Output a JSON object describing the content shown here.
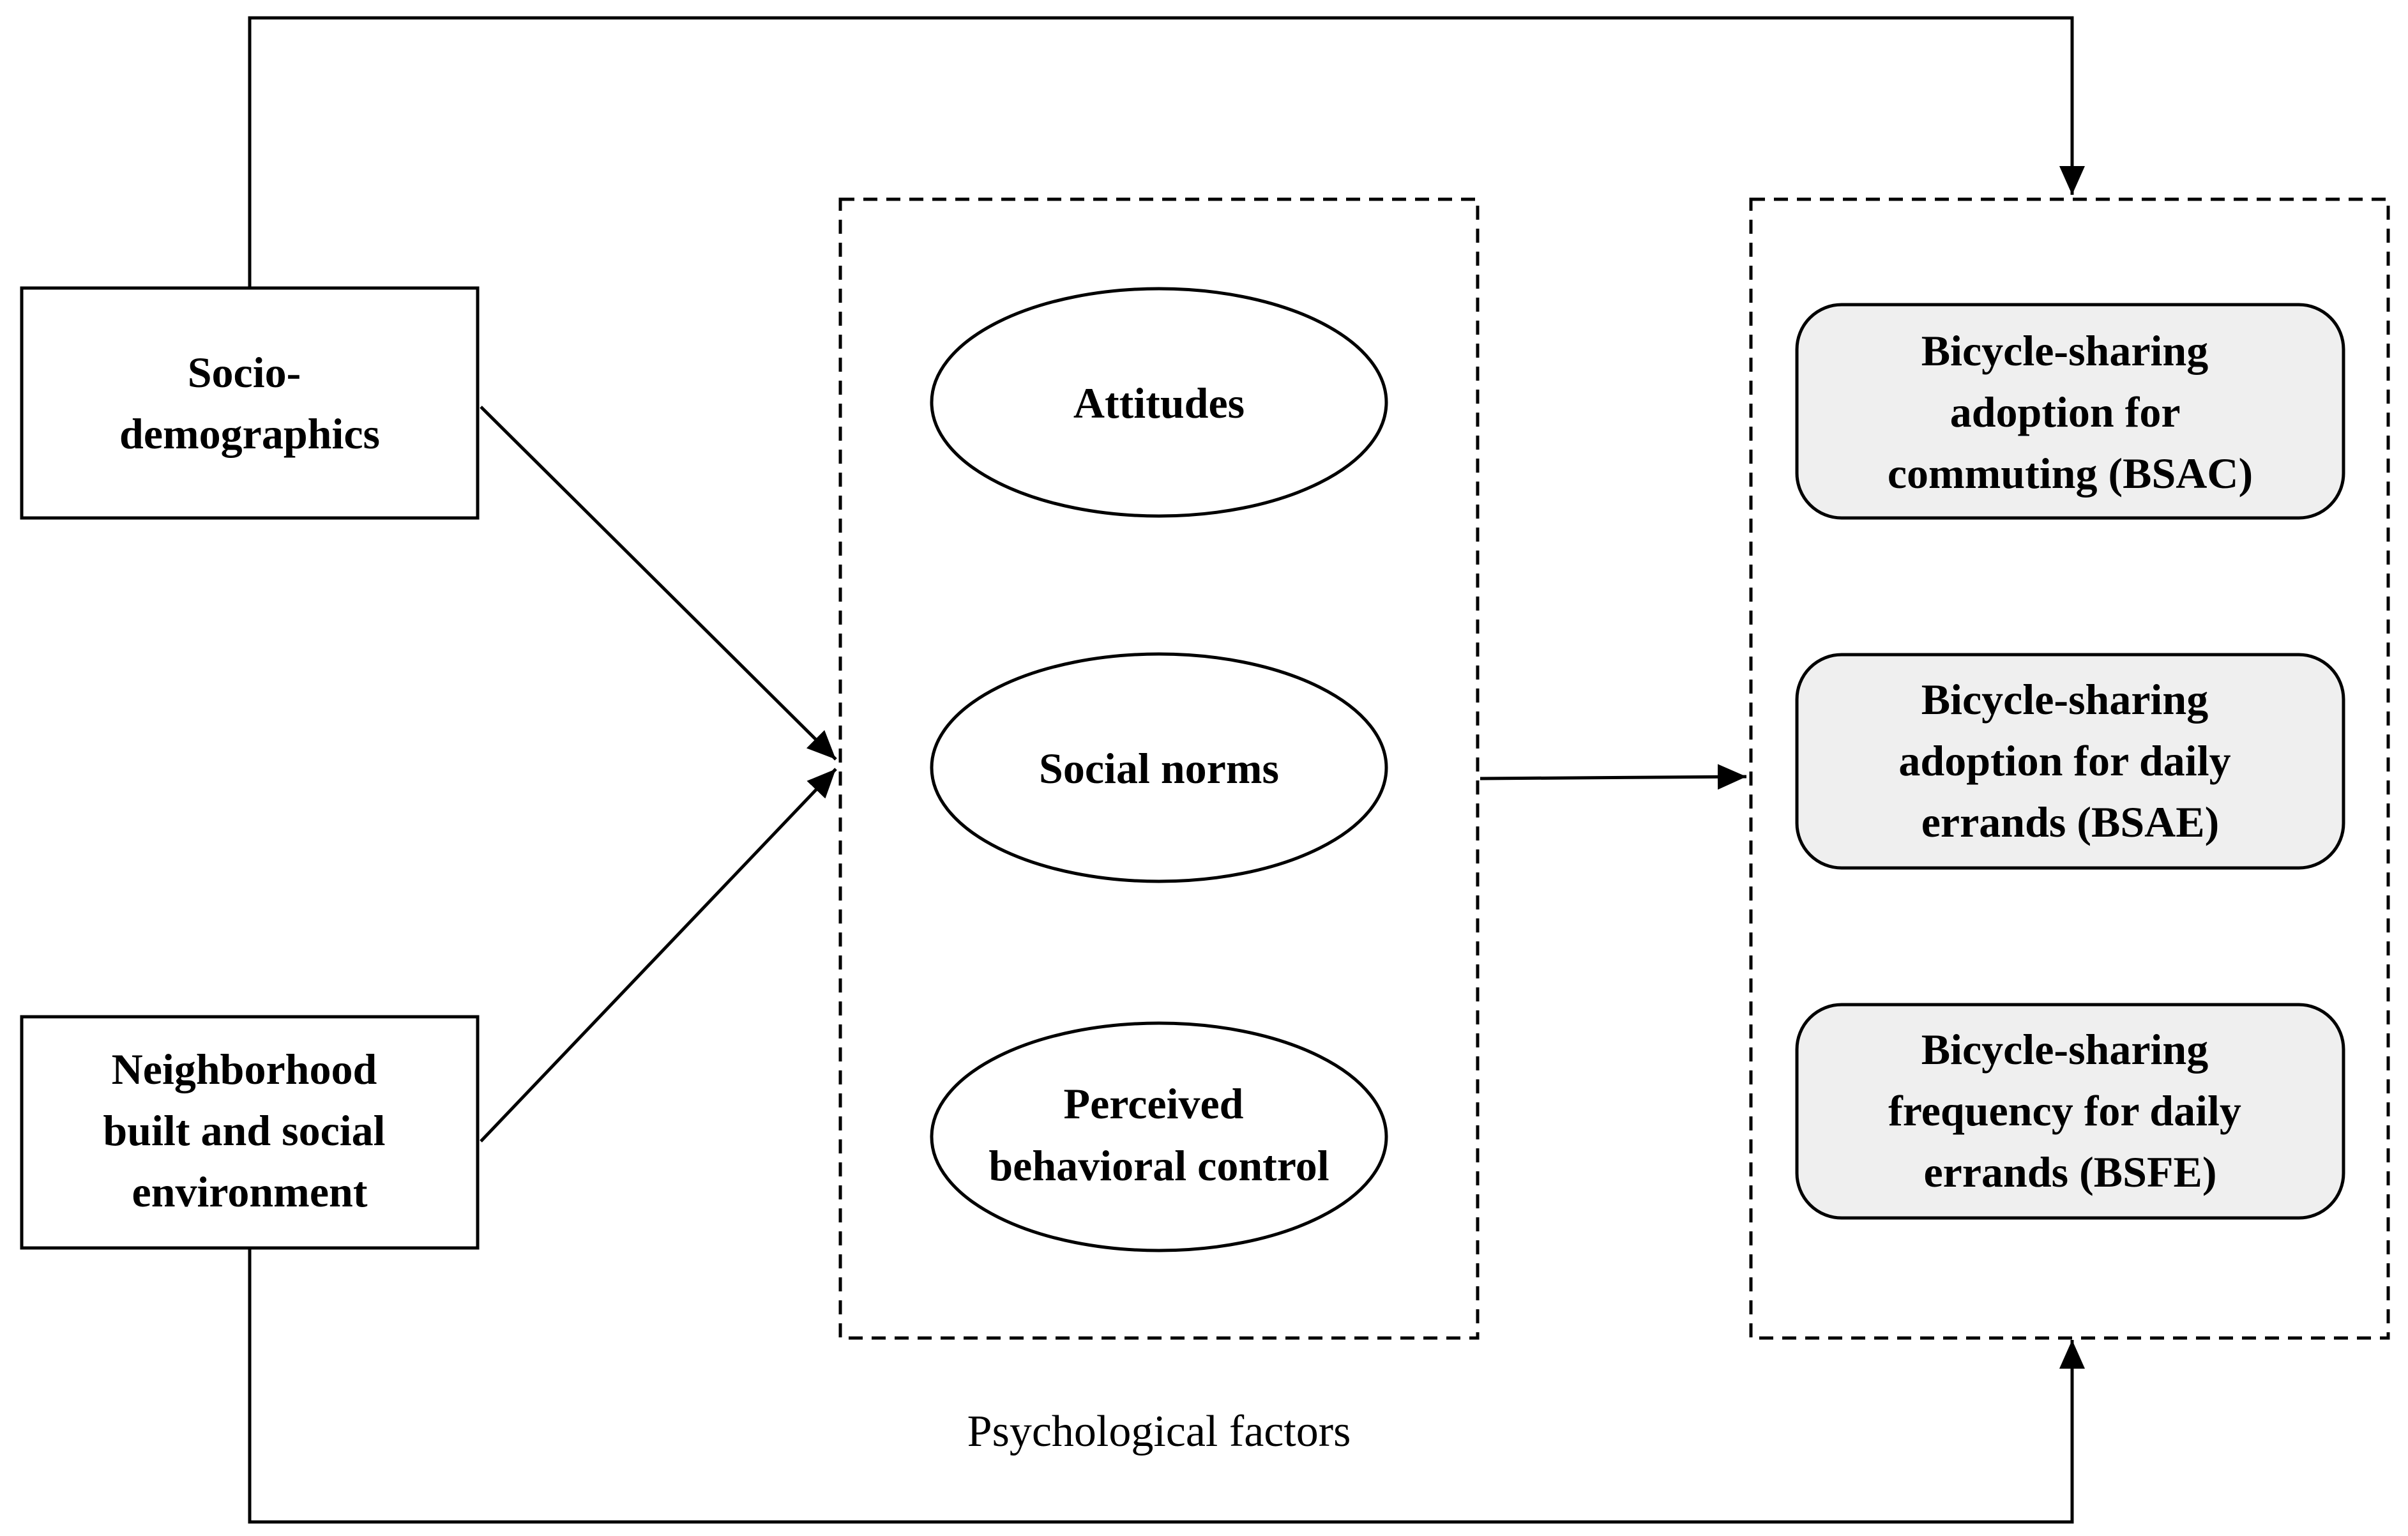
{
  "diagram": {
    "inputs": {
      "socio": {
        "lines": [
          "Socio-",
          "demographics"
        ]
      },
      "neighborhood": {
        "lines": [
          "Neighborhood",
          "built and social",
          "environment"
        ]
      }
    },
    "psychological": {
      "caption": "Psychological factors",
      "attitudes": {
        "lines": [
          "Attitudes"
        ]
      },
      "social_norms": {
        "lines": [
          "Social norms"
        ]
      },
      "pbc": {
        "lines": [
          "Perceived",
          "behavioral control"
        ]
      }
    },
    "outcomes": {
      "bsac": {
        "lines": [
          "Bicycle-sharing",
          "adoption for",
          "commuting (BSAC)"
        ]
      },
      "bsae": {
        "lines": [
          "Bicycle-sharing",
          "adoption for daily",
          "errands (BSAE)"
        ]
      },
      "bsfe": {
        "lines": [
          "Bicycle-sharing",
          "frequency for daily",
          "errands (BSFE)"
        ]
      }
    },
    "colors": {
      "outcome_fill": "#efefef",
      "stroke": "#000000",
      "background": "#ffffff"
    }
  }
}
